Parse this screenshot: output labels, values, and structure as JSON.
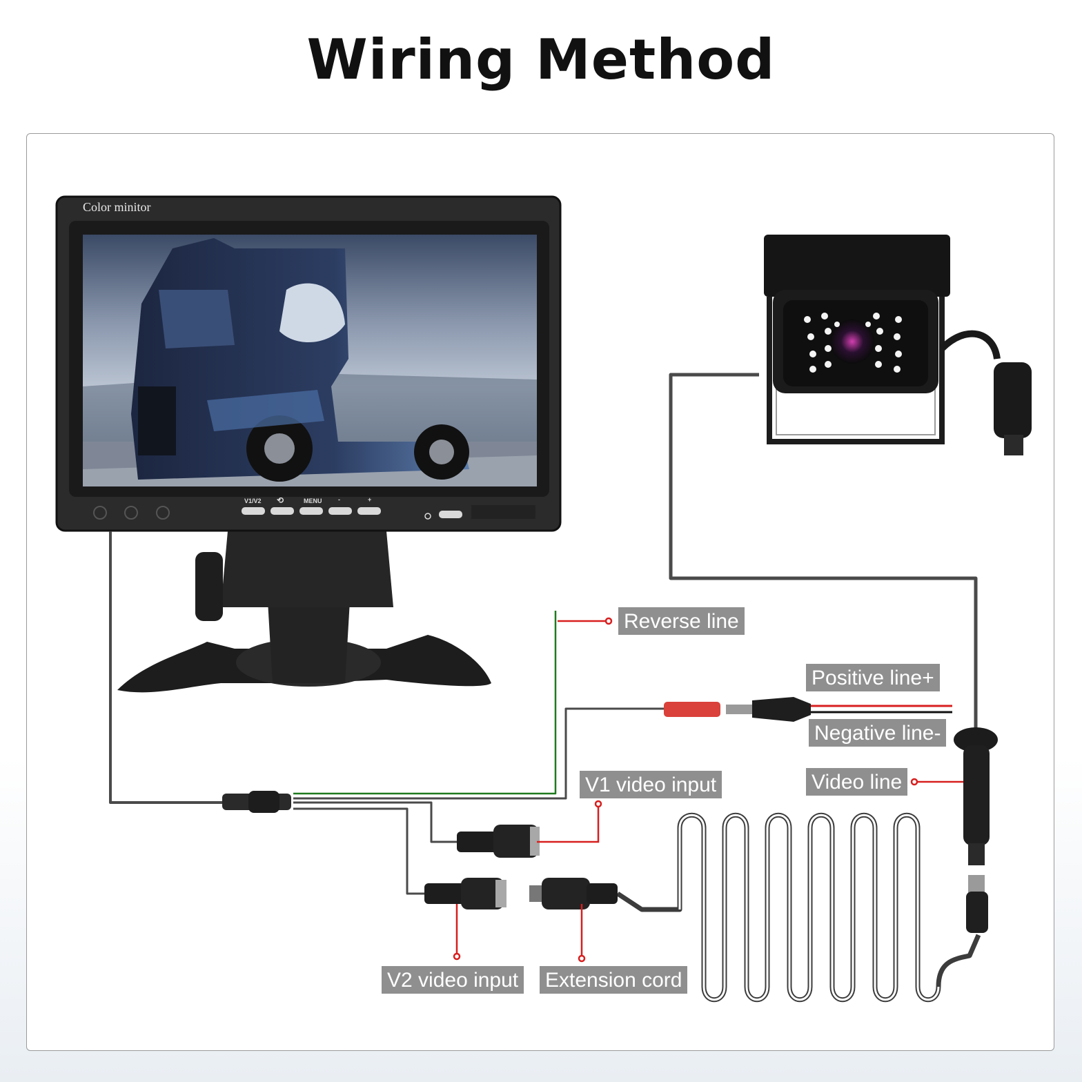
{
  "title": "Wiring Method",
  "monitor": {
    "brand": "Color minitor",
    "buttons": [
      "V1/V2",
      "⟲",
      "MENU",
      "-",
      "+"
    ]
  },
  "labels": {
    "reverse_line": "Reverse line",
    "positive_line": "Positive line+",
    "negative_line": "Negative line-",
    "video_line": "Video line",
    "v1_video_input": "V1 video input",
    "v2_video_input": "V2 video input",
    "extension_cord": "Extension cord"
  },
  "colors": {
    "wire": "#4a4a4a",
    "red_wire": "#d81e1e",
    "green_wire": "#1f7a1f",
    "label_bg": "#8f8f8f"
  }
}
